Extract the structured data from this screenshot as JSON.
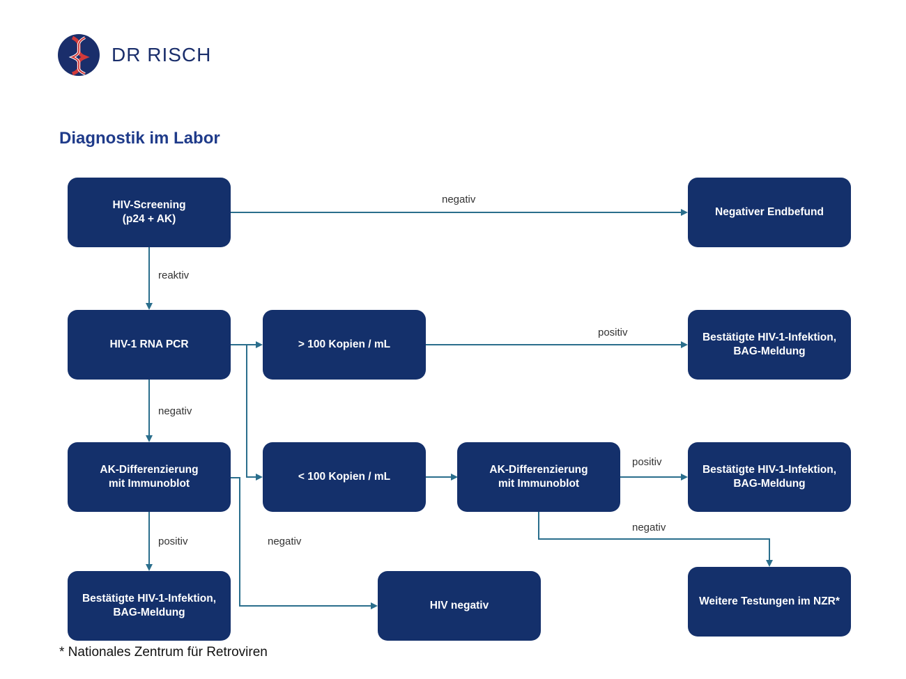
{
  "logo": {
    "name": "DR RISCH"
  },
  "page": {
    "title": "Diagnostik im Labor",
    "footnote": "* Nationales Zentrum für Retroviren"
  },
  "colors": {
    "node_fill": "#14306b",
    "arrow": "#2a6e8c",
    "title": "#1f3b8a",
    "logo_red": "#d23a3a"
  },
  "nodes": {
    "screening": "HIV-Screening\n(p24 + AK)",
    "negativ_endbefund": "Negativer Endbefund",
    "rna_pcr": "HIV-1 RNA PCR",
    "over_100": "> 100 Kopien / mL",
    "confirmed_1": "Bestätigte HIV-1-Infektion,\nBAG-Meldung",
    "ak_diff_1": "AK-Differenzierung\nmit Immunoblot",
    "under_100": "< 100 Kopien / mL",
    "ak_diff_2": "AK-Differenzierung\nmit Immunoblot",
    "confirmed_2": "Bestätigte HIV-1-Infektion,\nBAG-Meldung",
    "confirmed_3": "Bestätigte HIV-1-Infektion,\nBAG-Meldung",
    "hiv_negativ": "HIV negativ",
    "nzr": "Weitere Testungen im NZR*"
  },
  "edge_labels": {
    "screening_negativ": "negativ",
    "screening_reaktiv": "reaktiv",
    "over100_positiv": "positiv",
    "pcr_negativ": "negativ",
    "akdiff2_positiv": "positiv",
    "akdiff2_negativ": "negativ",
    "akdiff1_positiv": "positiv",
    "akdiff1_negativ": "negativ"
  }
}
